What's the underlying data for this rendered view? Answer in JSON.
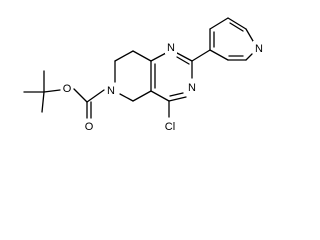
{
  "molecule": {
    "atoms": {
      "o_ether": "O",
      "o_carbonyl": "O",
      "n_carbamate": "N",
      "n_pyrimidine_top": "N",
      "n_pyrimidine_bottom": "N",
      "n_pyridine": "N",
      "cl": "Cl"
    }
  }
}
